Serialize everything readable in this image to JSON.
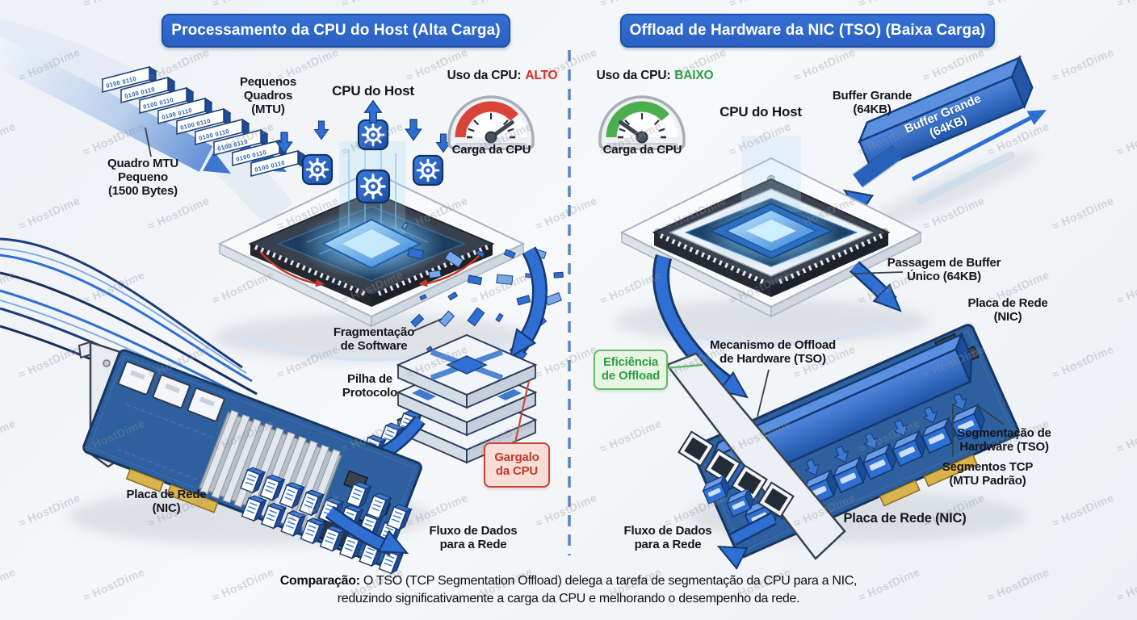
{
  "watermark": {
    "text": "HostDime"
  },
  "header": {
    "left_banner": "Processamento da CPU do Host (Alta Carga)",
    "right_banner": "Offload de Hardware da NIC (TSO) (Baixa Carga)"
  },
  "left": {
    "frames_label": "Pequenos\nQuadros\n(MTU)",
    "cpu_label": "CPU do Host",
    "usage_prefix": "Uso da CPU:",
    "usage_value": "ALTO",
    "gauge_label": "Carga da CPU",
    "mtu_label": "Quadro MTU\nPequeno\n(1500 Bytes)",
    "frame_bits": "0100 0110",
    "fragmentation_label": "Fragmentação\nde Software",
    "stack_label": "Pilha de\nProtocolo",
    "bottleneck_label": "Gargalo\nda CPU",
    "nic_label": "Placa de Rede\n(NIC)",
    "flow_label": "Fluxo de Dados\npara a Rede"
  },
  "right": {
    "usage_prefix": "Uso da CPU:",
    "usage_value": "BAIXO",
    "gauge_label": "Carga da CPU",
    "cpu_label": "CPU do Host",
    "buffer_label": "Buffer Grande\n(64KB)",
    "buffer_box_text": "Buffer Grande\n(64KB)",
    "passage_label": "Passagem de Buffer\nÚnico (64KB)",
    "nic_label_top": "Placa de Rede\n(NIC)",
    "efficiency_label": "Eficiência\nde Offload",
    "mechanism_label": "Mecanismo de Offload\nde Hardware (TSO)",
    "segmentation_label": "Segmentação de\nHardware (TSO)",
    "segments_label": "Segmentos TCP\n(MTU Padrão)",
    "nic_label_bottom": "Placa de Rede (NIC)",
    "flow_label": "Fluxo de Dados\npara a Rede"
  },
  "footer": {
    "lead": "Comparação:",
    "body": " O TSO (TCP Segmentation Offload) delega a tarefa de segmentação da CPU para a NIC, reduzindo significativamente a carga da CPU e melhorando o desempenho da rede."
  },
  "colors": {
    "banner_blue": "#2b65c8",
    "alert_red": "#d63227",
    "ok_green": "#2fa045",
    "accent_blue": "#2f6fd3"
  }
}
